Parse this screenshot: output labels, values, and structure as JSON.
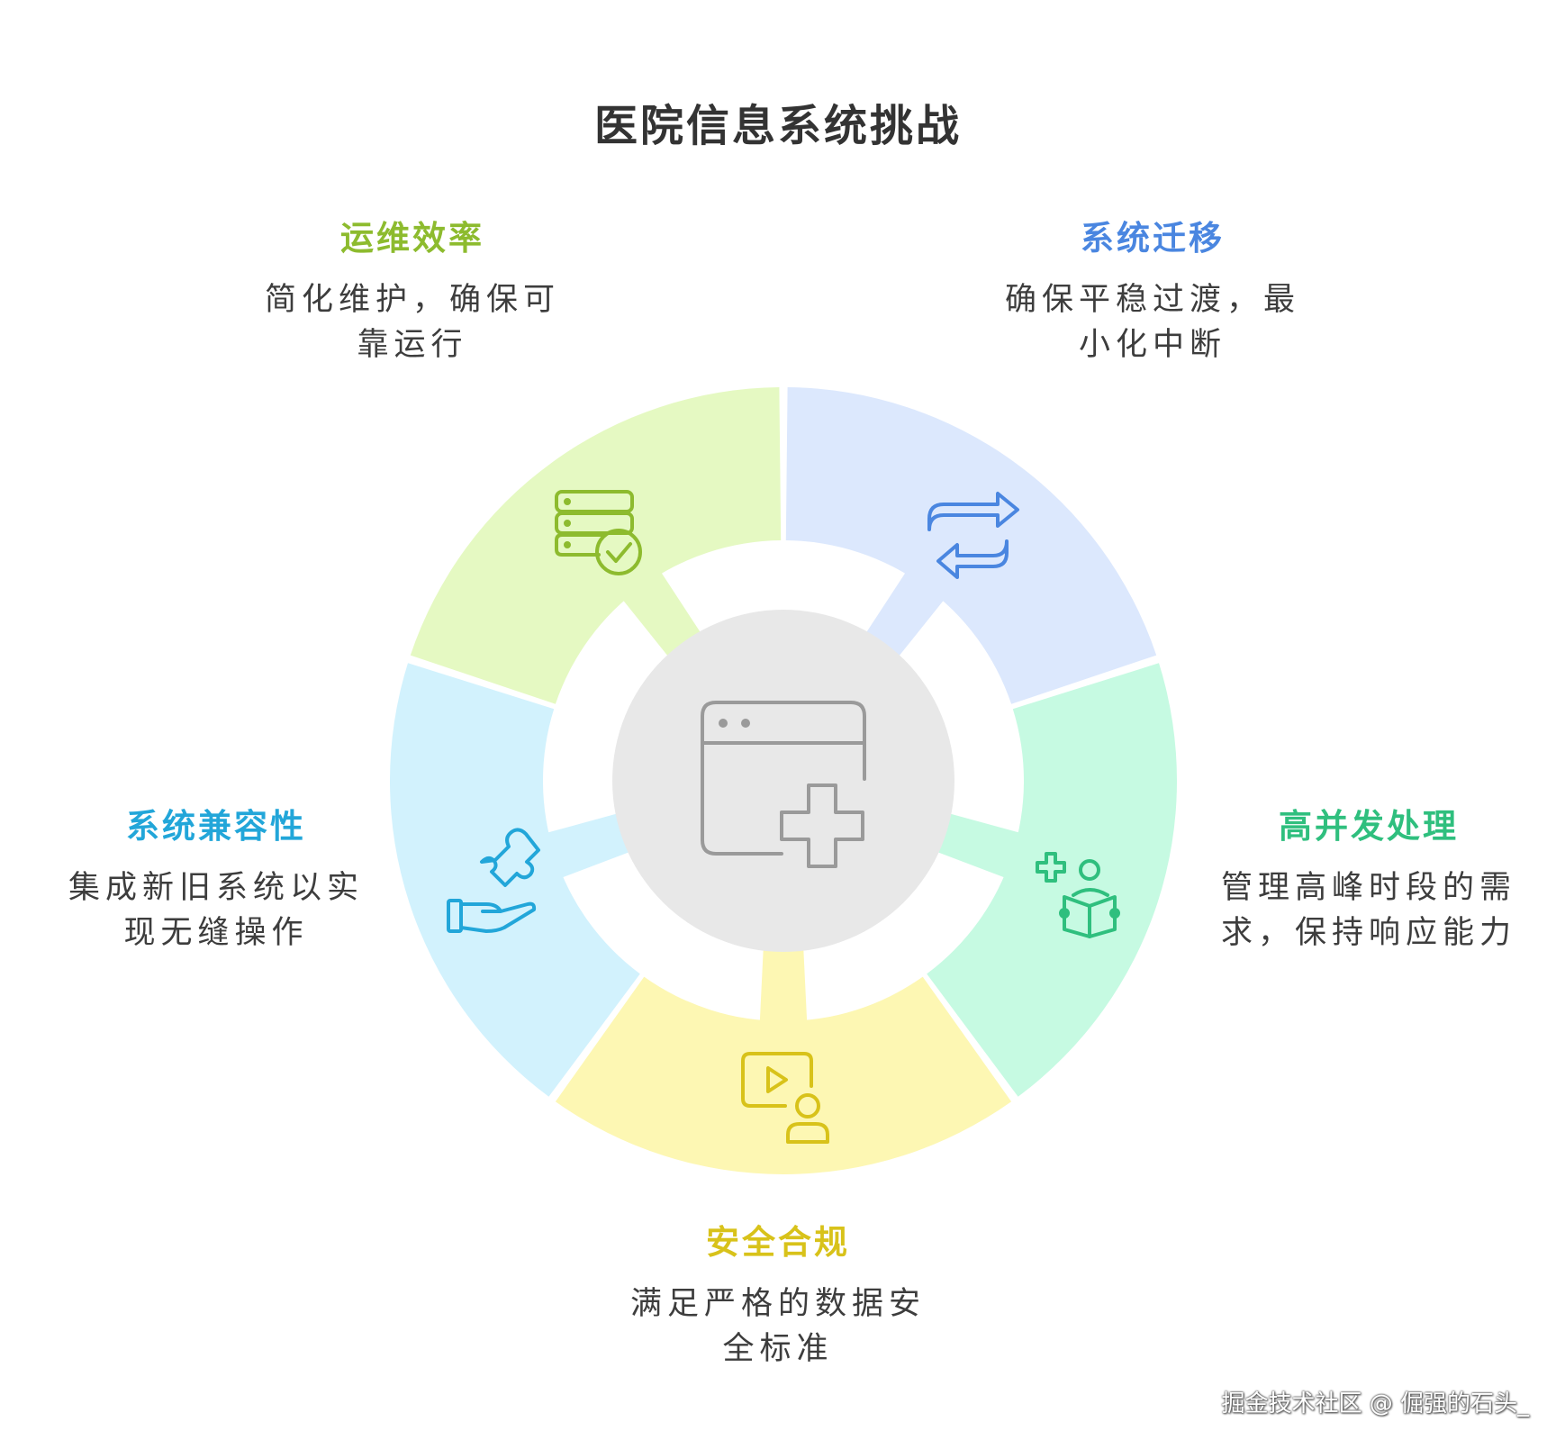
{
  "title": "医院信息系统挑战",
  "center": {
    "icon": "hospital-window-icon"
  },
  "segments": [
    {
      "id": "ops",
      "heading": "运维效率",
      "description": "简化维护，确保可靠运行",
      "desc_line1": "简化维护，确保可",
      "desc_line2": "靠运行",
      "color": "#8dbb2e",
      "fill": "#e5f9c2",
      "icon": "server-check-icon"
    },
    {
      "id": "migration",
      "heading": "系统迁移",
      "description": "确保平稳过渡，最小化中断",
      "desc_line1": "确保平稳过渡，最",
      "desc_line2": "小化中断",
      "color": "#4a86e0",
      "fill": "#dce8fd",
      "icon": "swap-arrows-icon"
    },
    {
      "id": "concurrency",
      "heading": "高并发处理",
      "description": "管理高峰时段的需求，保持响应能力",
      "desc_line1": "管理高峰时段的需",
      "desc_line2": "求，保持响应能力",
      "color": "#2fbf7e",
      "fill": "#c6fae2",
      "icon": "health-person-book-icon"
    },
    {
      "id": "security",
      "heading": "安全合规",
      "description": "满足严格的数据安全标准",
      "desc_line1": "满足严格的数据安",
      "desc_line2": "全标准",
      "color": "#d8c21a",
      "fill": "#fdf7b3",
      "icon": "video-user-icon"
    },
    {
      "id": "compatibility",
      "heading": "系统兼容性",
      "description": "集成新旧系统以实现无缝操作",
      "desc_line1": "集成新旧系统以实",
      "desc_line2": "现无缝操作",
      "color": "#22a6d9",
      "fill": "#d2f2fd",
      "icon": "puzzle-hand-icon"
    }
  ],
  "watermark": "掘金技术社区 @ 倔强的石头_"
}
